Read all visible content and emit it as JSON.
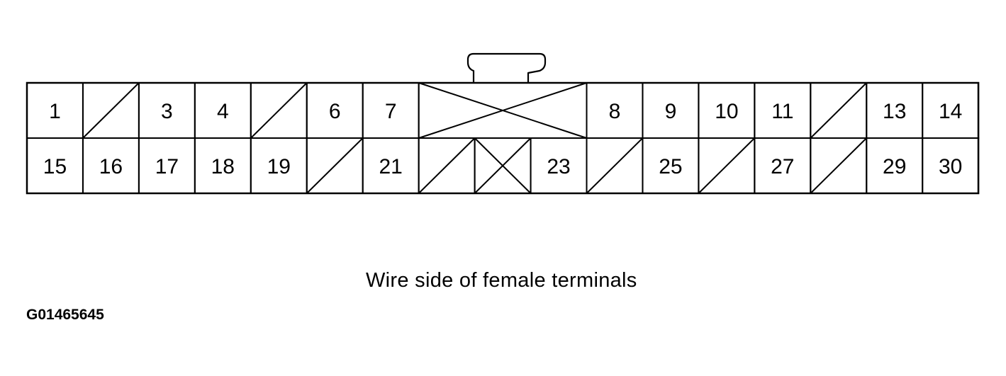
{
  "connector": {
    "top_row": [
      {
        "kind": "terminal",
        "label": "1"
      },
      {
        "kind": "unused"
      },
      {
        "kind": "terminal",
        "label": "3"
      },
      {
        "kind": "terminal",
        "label": "4"
      },
      {
        "kind": "unused"
      },
      {
        "kind": "terminal",
        "label": "6"
      },
      {
        "kind": "terminal",
        "label": "7"
      },
      {
        "kind": "blocked",
        "span": 3
      },
      {
        "kind": "terminal",
        "label": "8"
      },
      {
        "kind": "terminal",
        "label": "9"
      },
      {
        "kind": "terminal",
        "label": "10"
      },
      {
        "kind": "terminal",
        "label": "11"
      },
      {
        "kind": "unused"
      },
      {
        "kind": "terminal",
        "label": "13"
      },
      {
        "kind": "terminal",
        "label": "14"
      }
    ],
    "bottom_row": [
      {
        "kind": "terminal",
        "label": "15"
      },
      {
        "kind": "terminal",
        "label": "16"
      },
      {
        "kind": "terminal",
        "label": "17"
      },
      {
        "kind": "terminal",
        "label": "18"
      },
      {
        "kind": "terminal",
        "label": "19"
      },
      {
        "kind": "unused"
      },
      {
        "kind": "terminal",
        "label": "21"
      },
      {
        "kind": "unused"
      },
      {
        "kind": "blocked",
        "span": 1
      },
      {
        "kind": "terminal",
        "label": "23"
      },
      {
        "kind": "unused"
      },
      {
        "kind": "terminal",
        "label": "25"
      },
      {
        "kind": "unused"
      },
      {
        "kind": "terminal",
        "label": "27"
      },
      {
        "kind": "unused"
      },
      {
        "kind": "terminal",
        "label": "29"
      },
      {
        "kind": "terminal",
        "label": "30"
      }
    ]
  },
  "caption": "Wire side of female terminals",
  "figure_id": "G01465645"
}
